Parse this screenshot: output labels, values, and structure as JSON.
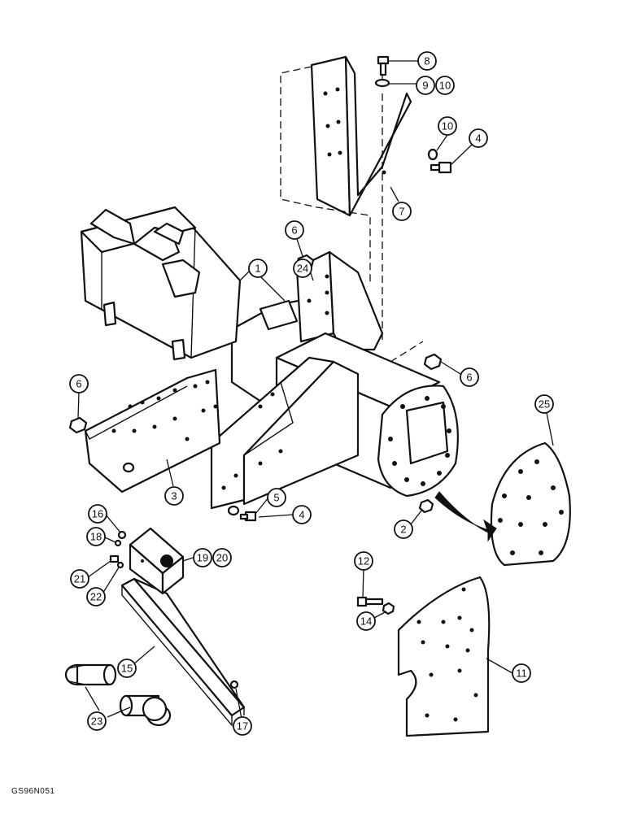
{
  "figure_code": "GS96N051",
  "callouts": [
    {
      "id": "1",
      "label": "1"
    },
    {
      "id": "2",
      "label": "2"
    },
    {
      "id": "3",
      "label": "3"
    },
    {
      "id": "4a",
      "label": "4"
    },
    {
      "id": "4b",
      "label": "4"
    },
    {
      "id": "5",
      "label": "5"
    },
    {
      "id": "6a",
      "label": "6"
    },
    {
      "id": "6b",
      "label": "6"
    },
    {
      "id": "6c",
      "label": "6"
    },
    {
      "id": "7",
      "label": "7"
    },
    {
      "id": "8",
      "label": "8"
    },
    {
      "id": "9",
      "label": "9"
    },
    {
      "id": "10a",
      "label": "10"
    },
    {
      "id": "10b",
      "label": "10"
    },
    {
      "id": "11",
      "label": "11"
    },
    {
      "id": "12",
      "label": "12"
    },
    {
      "id": "14",
      "label": "14"
    },
    {
      "id": "15",
      "label": "15"
    },
    {
      "id": "16",
      "label": "16"
    },
    {
      "id": "17",
      "label": "17"
    },
    {
      "id": "18",
      "label": "18"
    },
    {
      "id": "19",
      "label": "19"
    },
    {
      "id": "20",
      "label": "20"
    },
    {
      "id": "21",
      "label": "21"
    },
    {
      "id": "22",
      "label": "22"
    },
    {
      "id": "23",
      "label": "23"
    },
    {
      "id": "24",
      "label": "24"
    },
    {
      "id": "25",
      "label": "25"
    }
  ]
}
